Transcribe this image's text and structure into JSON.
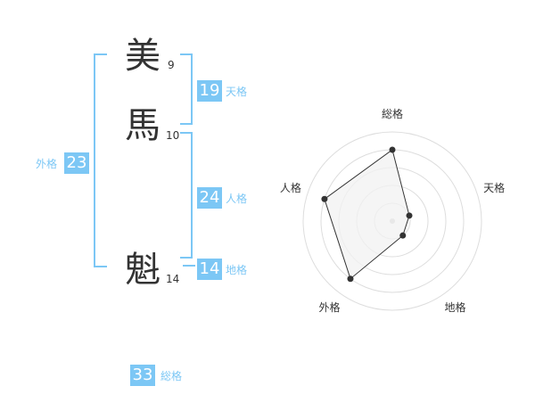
{
  "name": {
    "characters": [
      {
        "char": "美",
        "strokes": "9"
      },
      {
        "char": "馬",
        "strokes": "10"
      },
      {
        "char": "魁",
        "strokes": "14"
      }
    ]
  },
  "fortune": {
    "tenkaku": {
      "value": "19",
      "label": "天格"
    },
    "jinkaku": {
      "value": "24",
      "label": "人格"
    },
    "chikaku": {
      "value": "14",
      "label": "地格"
    },
    "gaikaku": {
      "value": "23",
      "label": "外格"
    },
    "soukaku": {
      "value": "33",
      "label": "総格"
    }
  },
  "colors": {
    "accent": "#7cc7f5",
    "text": "#333333",
    "radar_fill": "#f2f2f2",
    "radar_grid": "#dddddd"
  },
  "chart_data": {
    "type": "radar",
    "axes": [
      "総格",
      "天格",
      "地格",
      "外格",
      "人格"
    ],
    "values": [
      0.8,
      0.2,
      0.2,
      0.8,
      0.8
    ],
    "rings": 5,
    "range": [
      0,
      1
    ]
  }
}
